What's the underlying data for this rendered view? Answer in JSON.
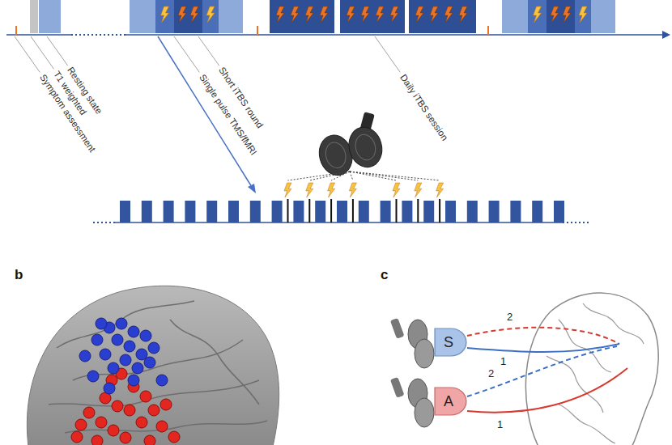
{
  "diagram": {
    "nodes": [
      {
        "text": [
          "S"
        ]
      },
      {
        "text": [
          "A"
        ]
      }
    ],
    "labels": [
      "Symptom assessment",
      "T1 weighted",
      "Resting state",
      "Single pulse TMS/fMRI",
      "Short iTBS round",
      "Daily iTBS session",
      "b",
      "c",
      "2",
      "1",
      "2",
      "1"
    ]
  }
}
